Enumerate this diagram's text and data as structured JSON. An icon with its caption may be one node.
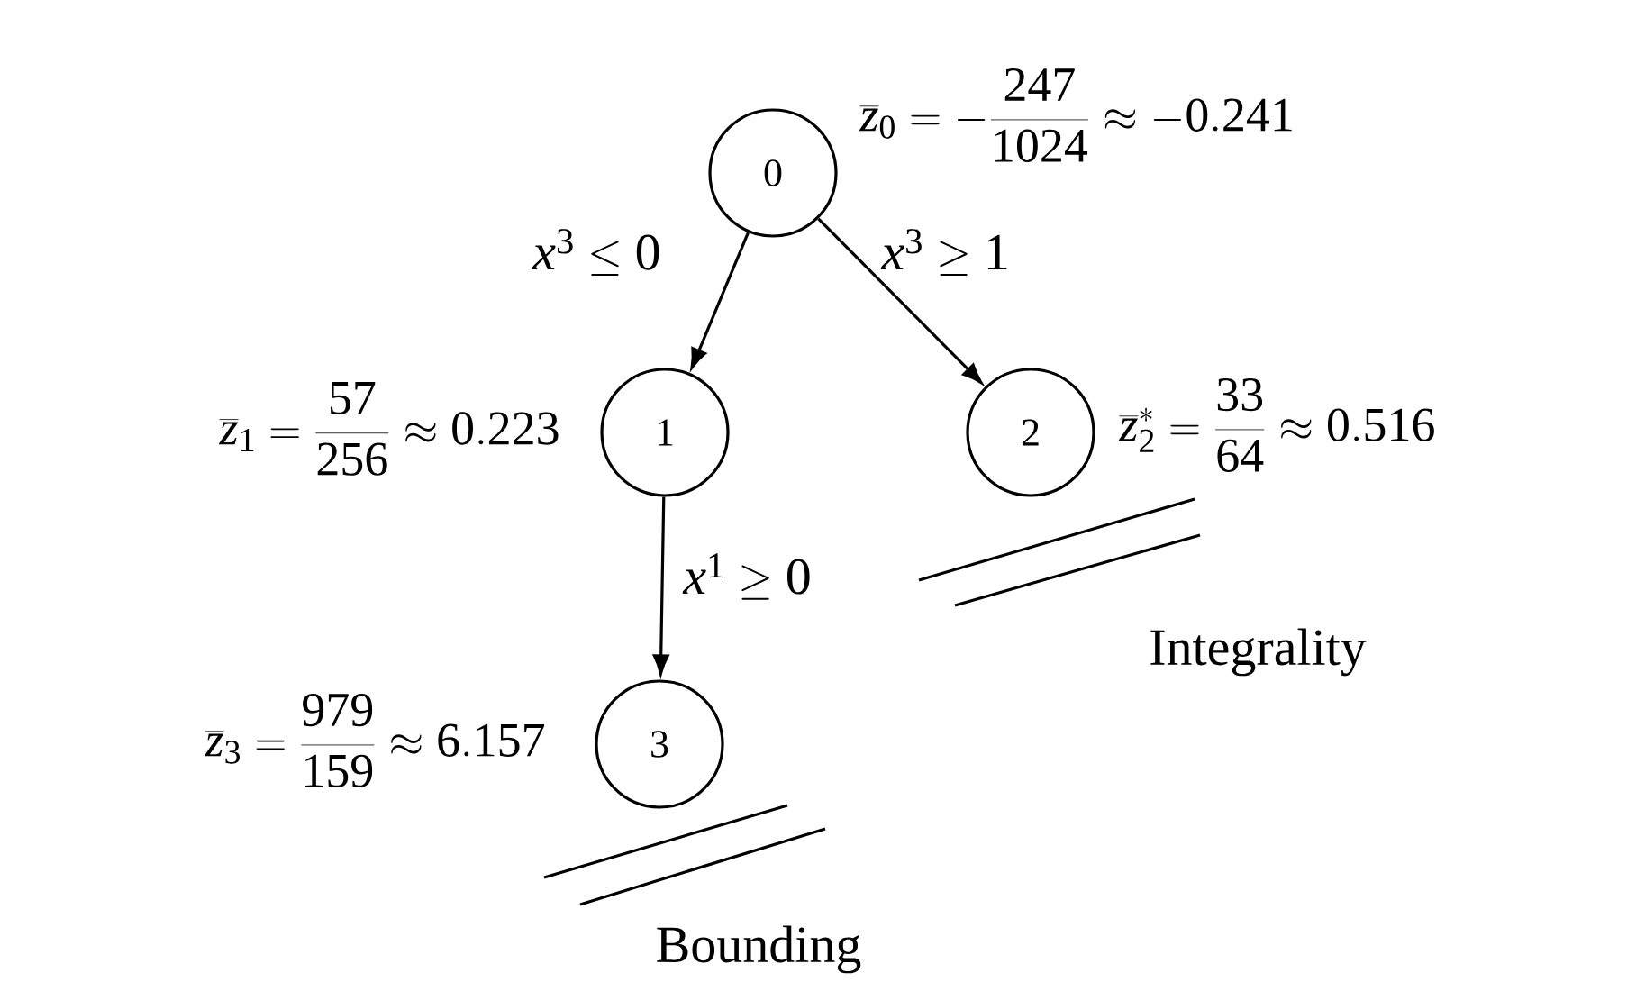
{
  "diagram": {
    "nodes": [
      {
        "text": [
          "0"
        ],
        "beside": [
          "\\overline{z}_0 = -\\frac{247}{1024} \\approx -0.241"
        ]
      },
      {
        "text": [
          "1"
        ],
        "beside": [
          "\\overline{z}_1 = \\frac{57}{256} \\approx 0.223"
        ]
      },
      {
        "text": [
          "2"
        ],
        "beside": [
          "\\overline{z}_2^{*} = \\frac{33}{64} \\approx 0.516"
        ]
      },
      {
        "text": [
          "3"
        ],
        "beside": [
          "\\overline{z}_3 = \\frac{979}{159} \\approx 6.157"
        ]
      }
    ],
    "edges": [
      {
        "from": 0,
        "to": 1,
        "arrow": "to",
        "label": "x^3 \\leq 0"
      },
      {
        "from": 0,
        "to": 2,
        "arrow": "to",
        "label": "x^3 \\geq 1"
      },
      {
        "from": 1,
        "to": 3,
        "arrow": "to",
        "label": "x^1 \\geq 0"
      }
    ],
    "labels": [
      "Integrality",
      "Bounding"
    ]
  }
}
